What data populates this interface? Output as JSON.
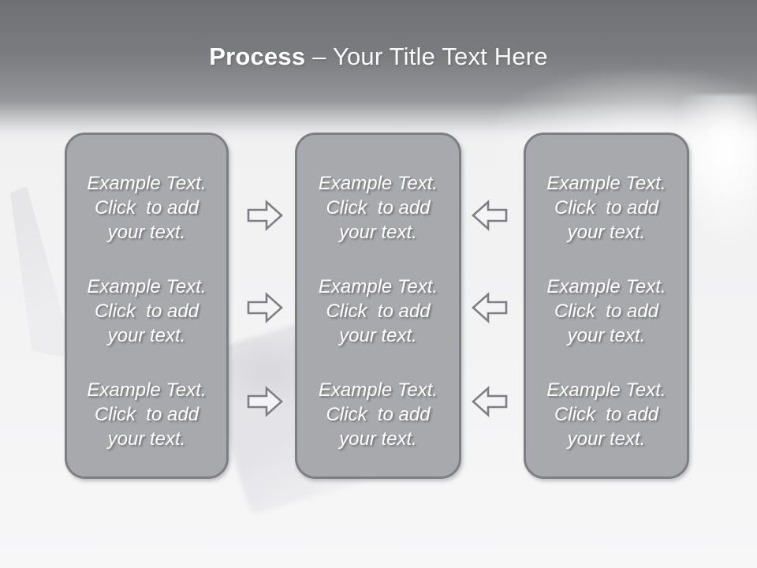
{
  "title": {
    "emphasis": "Process",
    "remainder": "– Your Title Text Here"
  },
  "boxes": [
    {
      "name": "left-process-box",
      "items": [
        {
          "lines": [
            "Example Text.",
            "Click  to add",
            "your text."
          ]
        },
        {
          "lines": [
            "Example Text.",
            "Click  to add",
            "your text."
          ]
        },
        {
          "lines": [
            "Example Text.",
            "Click  to add",
            "your text."
          ]
        }
      ]
    },
    {
      "name": "center-process-box",
      "items": [
        {
          "lines": [
            "Example Text.",
            "Click  to add",
            "your text."
          ]
        },
        {
          "lines": [
            "Example Text.",
            "Click  to add",
            "your text."
          ]
        },
        {
          "lines": [
            "Example Text.",
            "Click  to add",
            "your text."
          ]
        }
      ]
    },
    {
      "name": "right-process-box",
      "items": [
        {
          "lines": [
            "Example Text.",
            "Click  to add",
            "your text."
          ]
        },
        {
          "lines": [
            "Example Text.",
            "Click  to add",
            "your text."
          ]
        },
        {
          "lines": [
            "Example Text.",
            "Click  to add",
            "your text."
          ]
        }
      ]
    }
  ],
  "arrows": {
    "between_left_and_center": {
      "icon": "arrow-right-icon",
      "direction": "right",
      "count": 3
    },
    "between_center_and_right": {
      "icon": "arrow-left-icon",
      "direction": "left",
      "count": 3
    }
  },
  "colors": {
    "header_gradient_top": "#6e7073",
    "background_bottom": "#f7f7f8",
    "box_fill": "#a8a9ad",
    "box_border": "#7e7f84",
    "arrow_outline": "#7e7f84",
    "arrow_fill": "#f4f4f6",
    "title_text": "#ffffff",
    "box_text": "#ffffff"
  }
}
